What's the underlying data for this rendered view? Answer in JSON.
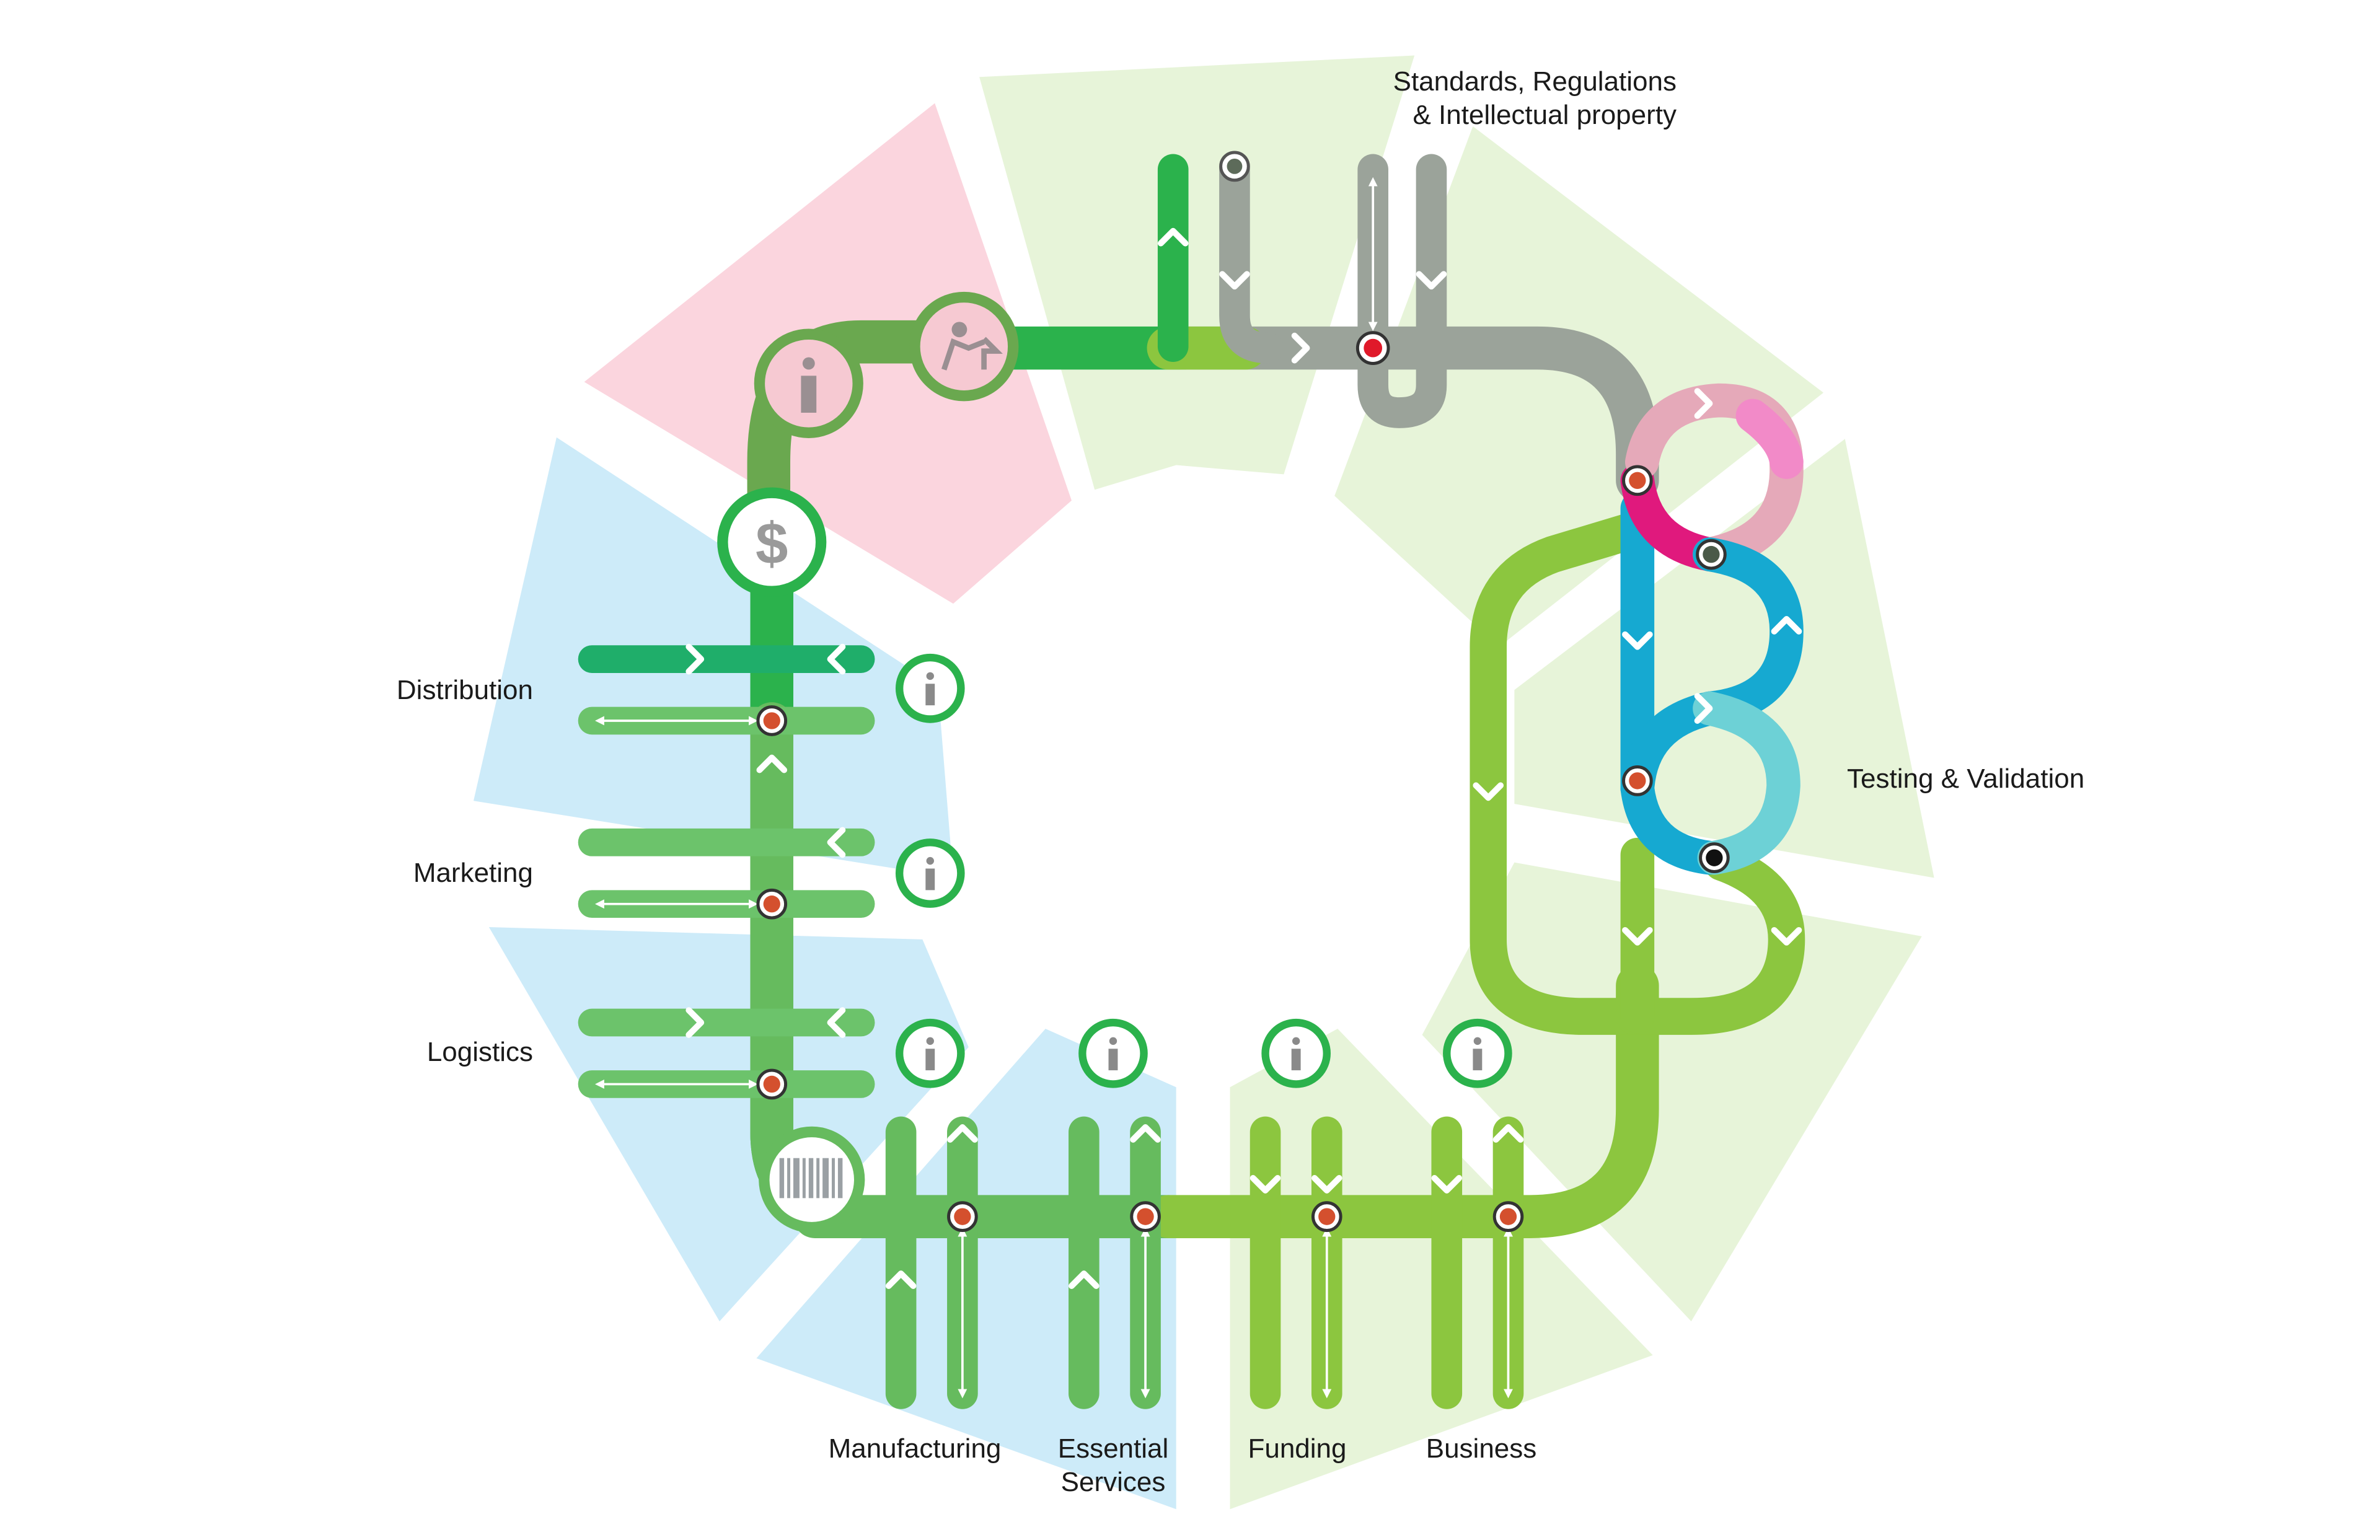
{
  "labels": {
    "standards_line1": "Standards, Regulations",
    "standards_line2": "& Intellectual property",
    "testing": "Testing & Validation",
    "distribution": "Distribution",
    "marketing": "Marketing",
    "logistics": "Logistics",
    "manufacturing": "Manufacturing",
    "essential_line1": "Essential",
    "essential_line2": "Services",
    "funding": "Funding",
    "business": "Business"
  },
  "colors": {
    "pink_sector": "#fbd5de",
    "blue_sector": "#cdebf9",
    "green_sector": "#e7f4d9",
    "dark_green": "#2bb24c",
    "mid_green": "#66bb5e",
    "lime": "#8cc63f",
    "olive": "#6aa84f",
    "gray": "#9ba39a",
    "cyan": "#16a9d1",
    "magenta": "#e0197d",
    "light_pink": "#e5a9b9",
    "light_cyan": "#6dd1d6",
    "station_red": "#d4502e"
  },
  "icons": [
    "info-icon",
    "dollar-icon",
    "person-at-desk-icon",
    "barcode-icon"
  ]
}
